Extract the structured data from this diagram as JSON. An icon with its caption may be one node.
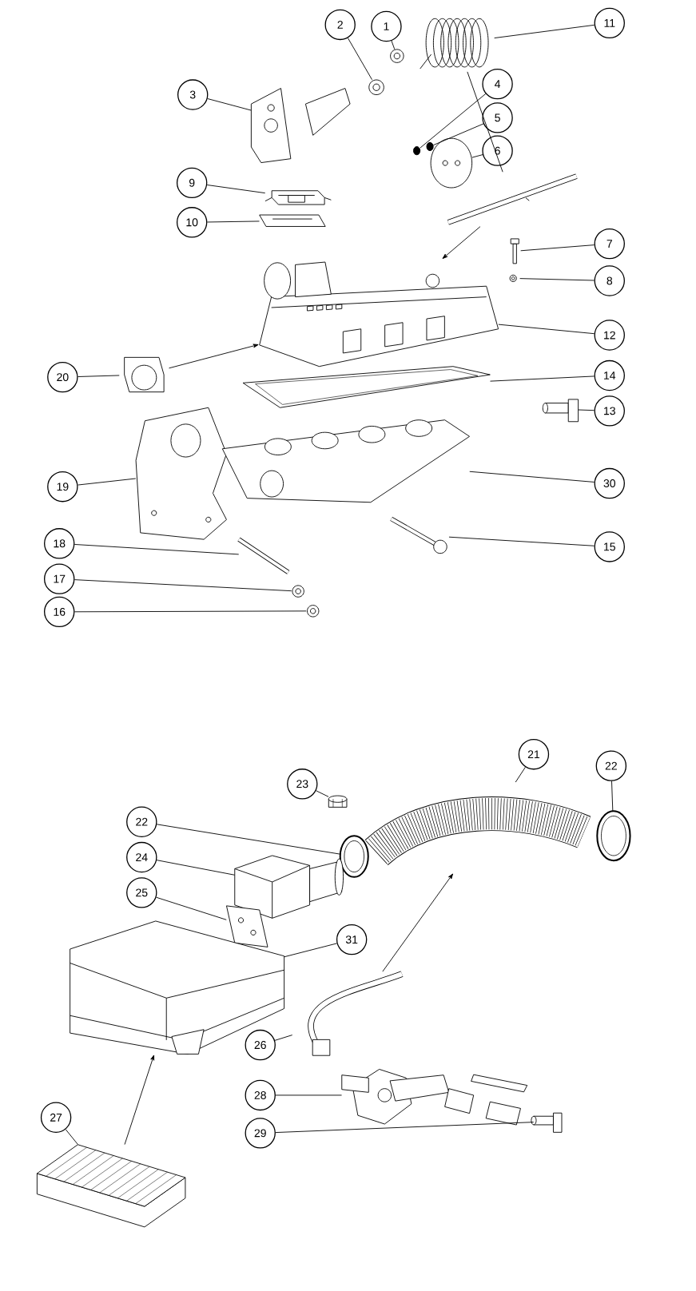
{
  "diagram": {
    "nodes": [
      {
        "text": [
          "2"
        ]
      },
      {
        "text": [
          "1"
        ]
      },
      {
        "text": [
          "11"
        ]
      },
      {
        "text": [
          "3"
        ]
      },
      {
        "text": [
          "4"
        ]
      },
      {
        "text": [
          "5"
        ]
      },
      {
        "text": [
          "6"
        ]
      },
      {
        "text": [
          "9"
        ]
      },
      {
        "text": [
          "10"
        ]
      },
      {
        "text": [
          "7"
        ]
      },
      {
        "text": [
          "8"
        ]
      },
      {
        "text": [
          "12"
        ]
      },
      {
        "text": [
          "20"
        ]
      },
      {
        "text": [
          "14"
        ]
      },
      {
        "text": [
          "13"
        ]
      },
      {
        "text": [
          "19"
        ]
      },
      {
        "text": [
          "30"
        ]
      },
      {
        "text": [
          "18"
        ]
      },
      {
        "text": [
          "15"
        ]
      },
      {
        "text": [
          "17"
        ]
      },
      {
        "text": [
          "16"
        ]
      },
      {
        "text": [
          "21"
        ]
      },
      {
        "text": [
          "22"
        ]
      },
      {
        "text": [
          "23"
        ]
      },
      {
        "text": [
          "22"
        ]
      },
      {
        "text": [
          "24"
        ]
      },
      {
        "text": [
          "25"
        ]
      },
      {
        "text": [
          "31"
        ]
      },
      {
        "text": [
          "26"
        ]
      },
      {
        "text": [
          "28"
        ]
      },
      {
        "text": [
          "27"
        ]
      },
      {
        "text": [
          "29"
        ]
      },
      {
        "text": [],
        "shape": "picture"
      },
      {
        "text": [],
        "shape": "picture"
      },
      {
        "text": [],
        "shape": "picture"
      },
      {
        "text": [],
        "shape": "picture"
      },
      {
        "text": [],
        "shape": "circle"
      },
      {
        "text": [],
        "shape": "circle"
      },
      {
        "text": [],
        "shape": "picture"
      },
      {
        "text": [],
        "shape": "picture"
      },
      {
        "text": [],
        "shape": "picture"
      },
      {
        "text": [],
        "shape": "picture"
      },
      {
        "text": [],
        "shape": "picture"
      },
      {
        "text": [],
        "shape": "picture"
      },
      {
        "text": [],
        "shape": "picture"
      },
      {
        "text": [],
        "shape": "picture"
      },
      {
        "text": [],
        "shape": "picture"
      },
      {
        "text": [],
        "shape": "picture"
      },
      {
        "text": [],
        "shape": "picture"
      },
      {
        "text": [],
        "shape": "picture"
      },
      {
        "text": [],
        "shape": "picture"
      },
      {
        "text": [],
        "shape": "picture"
      },
      {
        "text": [],
        "shape": "picture"
      },
      {
        "text": [],
        "shape": "picture"
      },
      {
        "text": [],
        "shape": "picture"
      },
      {
        "text": [],
        "shape": "cylinder"
      },
      {
        "text": [],
        "shape": "picture"
      },
      {
        "text": [],
        "shape": "picture"
      },
      {
        "text": [],
        "shape": "picture"
      },
      {
        "text": [],
        "shape": "picture"
      },
      {
        "text": [],
        "shape": "picture"
      },
      {
        "text": [],
        "shape": "picture"
      },
      {
        "text": [],
        "shape": "picture"
      },
      {
        "text": [],
        "shape": "picture"
      },
      {
        "text": [],
        "shape": "picture"
      }
    ],
    "edges": [
      {
        "from": 0,
        "to": 32,
        "arrow": "none"
      },
      {
        "from": 1,
        "to": 33,
        "arrow": "none"
      },
      {
        "from": 2,
        "to": 34,
        "arrow": "none"
      },
      {
        "from": 3,
        "to": 35,
        "arrow": "none"
      },
      {
        "from": 4,
        "to": 36,
        "arrow": "none"
      },
      {
        "from": 5,
        "to": 37,
        "arrow": "none"
      },
      {
        "from": 6,
        "to": 38,
        "arrow": "none"
      },
      {
        "from": 7,
        "to": 39,
        "arrow": "none"
      },
      {
        "from": 8,
        "to": 40,
        "arrow": "none"
      },
      {
        "from": 9,
        "to": 41,
        "arrow": "none"
      },
      {
        "from": 10,
        "to": 42,
        "arrow": "none"
      },
      {
        "from": 11,
        "to": 43,
        "arrow": "none"
      },
      {
        "from": 12,
        "to": 44,
        "arrow": "none"
      },
      {
        "from": 13,
        "to": 45,
        "arrow": "none"
      },
      {
        "from": 14,
        "to": 46,
        "arrow": "none"
      },
      {
        "from": 15,
        "to": 47,
        "arrow": "none"
      },
      {
        "from": 16,
        "to": 48,
        "arrow": "none"
      },
      {
        "from": 17,
        "to": 49,
        "arrow": "none"
      },
      {
        "from": 18,
        "to": 50,
        "arrow": "none"
      },
      {
        "from": 19,
        "to": 51,
        "arrow": "none"
      },
      {
        "from": 20,
        "to": 52,
        "arrow": "none"
      },
      {
        "from": 21,
        "to": 53,
        "arrow": "none"
      },
      {
        "from": 22,
        "to": 54,
        "arrow": "none"
      },
      {
        "from": 23,
        "to": 55,
        "arrow": "none"
      },
      {
        "from": 24,
        "to": 56,
        "arrow": "none"
      },
      {
        "from": 25,
        "to": 57,
        "arrow": "none"
      },
      {
        "from": 26,
        "to": 58,
        "arrow": "none"
      },
      {
        "from": 27,
        "to": 59,
        "arrow": "none"
      },
      {
        "from": 28,
        "to": 60,
        "arrow": "none"
      },
      {
        "from": 29,
        "to": 61,
        "arrow": "none"
      },
      {
        "from": 30,
        "to": 62,
        "arrow": "none"
      },
      {
        "from": 31,
        "to": 63,
        "arrow": "none"
      },
      {
        "from": 34,
        "to": 64,
        "arrow": "none"
      },
      {
        "from": 64,
        "to": 43,
        "arrow": "to"
      },
      {
        "from": 44,
        "to": 43,
        "arrow": "to"
      },
      {
        "from": 62,
        "to": 59,
        "arrow": "to"
      },
      {
        "from": 60,
        "to": 53,
        "arrow": "to"
      }
    ]
  }
}
